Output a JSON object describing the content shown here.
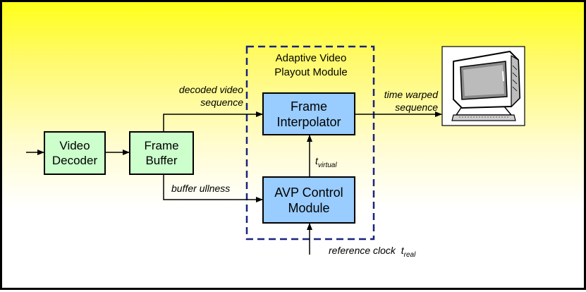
{
  "blocks": {
    "video_decoder": [
      "Video",
      "Decoder"
    ],
    "frame_buffer": [
      "Frame",
      "Buffer"
    ],
    "frame_interpolator": [
      "Frame",
      "Interpolator"
    ],
    "avp_control": [
      "AVP Control",
      "Module"
    ]
  },
  "module": {
    "title_line1": "Adaptive Video",
    "title_line2": "Playout Module"
  },
  "labels": {
    "decoded_line1": "decoded video",
    "decoded_line2": "sequence",
    "buffer_fullness": "buffer ullness",
    "time_warped_line1": "time warped",
    "time_warped_line2": "sequence",
    "t_virtual_main": "t",
    "t_virtual_sub": "virtual",
    "ref_clock": "reference clock  t",
    "ref_clock_sub": "real"
  },
  "icons": {
    "display": "computer-monitor-icon"
  },
  "colors": {
    "green_block": "#ccffcc",
    "blue_block": "#99ccff",
    "module_border": "#1a237e"
  }
}
